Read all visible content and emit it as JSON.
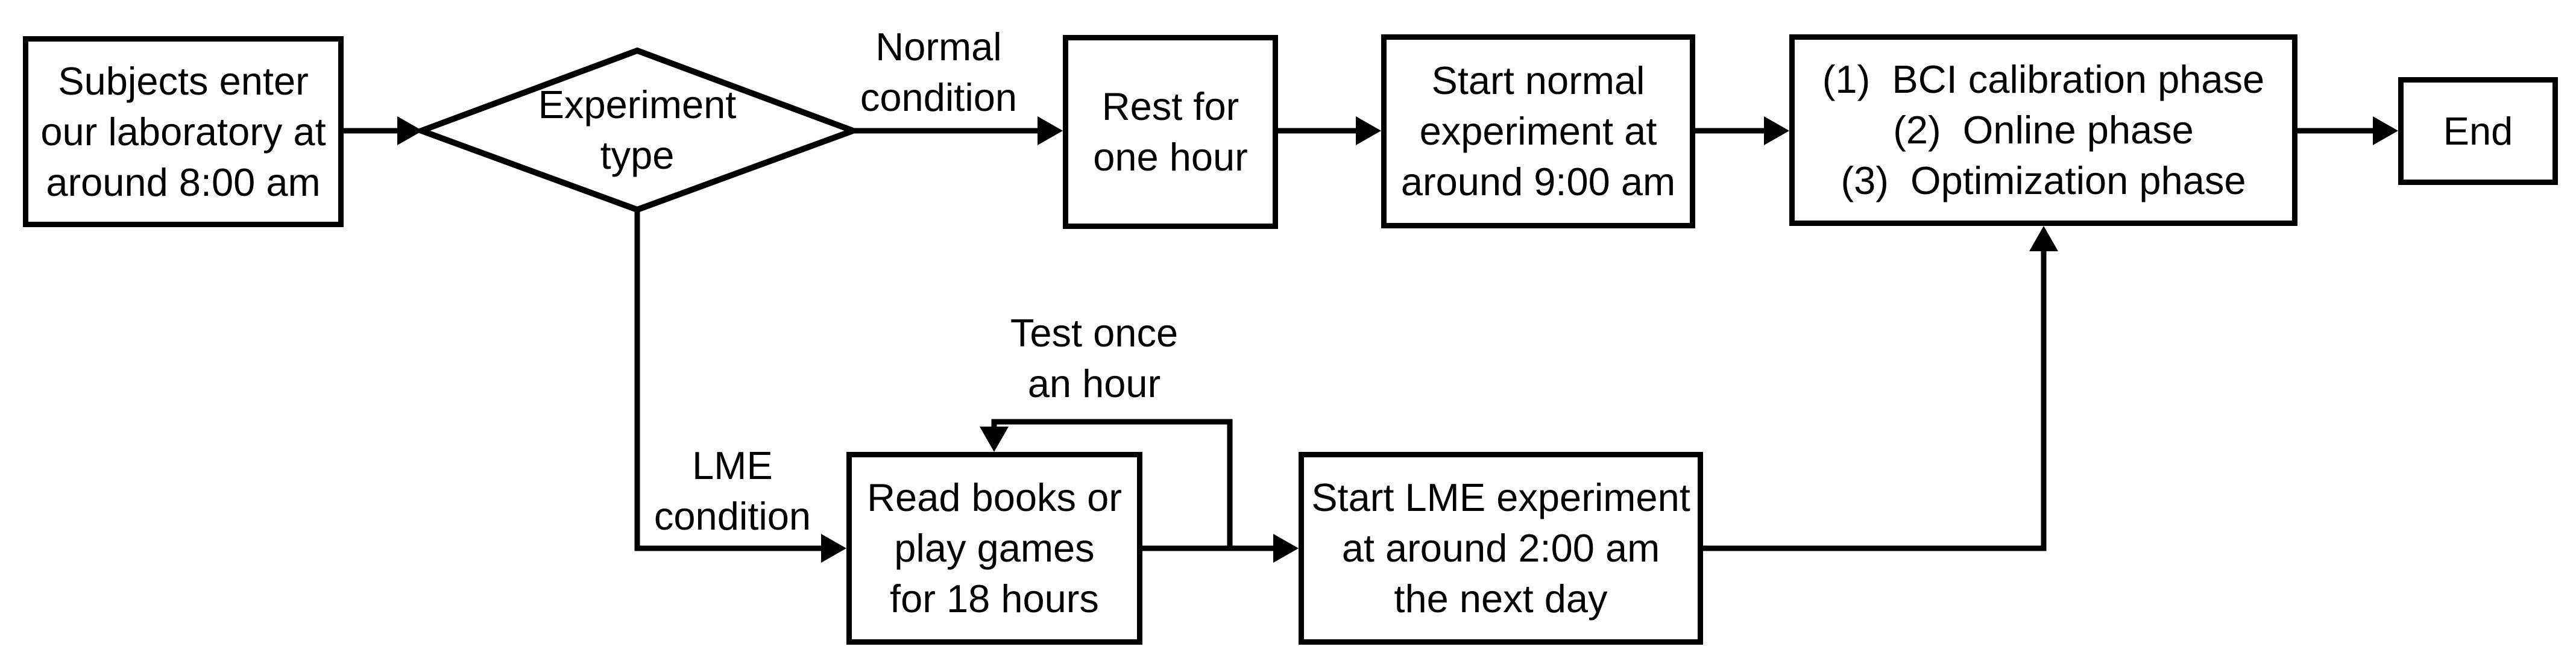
{
  "figure": {
    "type": "flowchart",
    "background_color": "#ffffff",
    "line_color": "#000000",
    "text_color": "#000000"
  },
  "nodes": {
    "subjects_box": {
      "lines": [
        "Subjects enter",
        "our laboratory at",
        "around 8:00 am"
      ]
    },
    "experiment_type_diamond": {
      "lines": [
        "Experiment",
        "type"
      ]
    },
    "rest_box": {
      "lines": [
        "Rest for",
        "one hour"
      ]
    },
    "start_normal_box": {
      "lines": [
        "Start normal",
        "experiment at",
        "around 9:00 am"
      ]
    },
    "phases_box": {
      "lines": [
        "(1)  BCI calibration phase",
        "(2)  Online phase",
        "(3)  Optimization phase"
      ]
    },
    "end_box": {
      "label": "End"
    },
    "read_books_box": {
      "lines": [
        "Read books or",
        "play games",
        "for 18 hours"
      ]
    },
    "start_lme_box": {
      "lines": [
        "Start LME experiment",
        "at around 2:00 am",
        "the next day"
      ]
    }
  },
  "edge_labels": {
    "normal_condition": {
      "lines": [
        "Normal",
        "condition"
      ]
    },
    "lme_condition": {
      "lines": [
        "LME",
        "condition"
      ]
    },
    "test_once": {
      "lines": [
        "Test once",
        "an hour"
      ]
    }
  }
}
